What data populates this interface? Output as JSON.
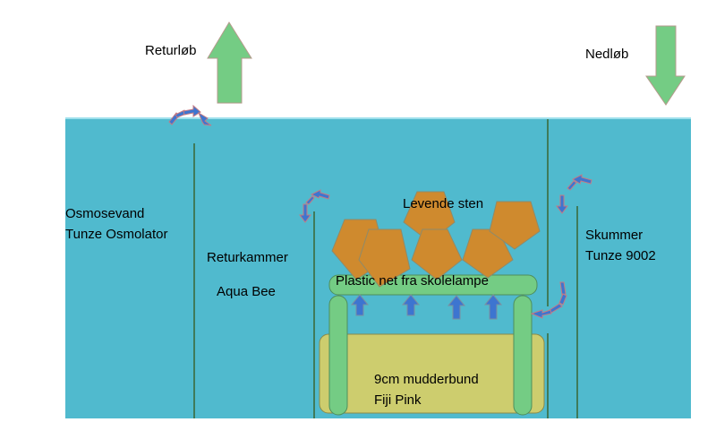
{
  "labels": {
    "return_flow": "Returløb",
    "drain": "Nedløb",
    "ro_water_line1": "Osmosevand",
    "ro_water_line2": "Tunze Osmolator",
    "return_chamber_line1": "Returkammer",
    "return_chamber_line2": "Aqua Bee",
    "live_rock": "Levende sten",
    "plastic_net": "Plastic net fra skolelampe",
    "substrate_line1": "9cm mudderbund",
    "substrate_line2": "Fiji Pink",
    "skimmer_line1": "Skummer",
    "skimmer_line2": "Tunze 9002"
  },
  "colors": {
    "water": "#50BACE",
    "water_surface": "#9EE0EC",
    "divider": "#3F7B5A",
    "big_arrow": "#74CC84",
    "big_arrow_stroke": "#B59A8C",
    "rock": "#CF8A2E",
    "rock_stroke": "#8E8A6A",
    "net": "#74CC84",
    "net_stroke": "#4E8E5C",
    "substrate": "#CDCD6E",
    "flow_arrow": "#3D75D0",
    "flow_arrow_outline": "#C47A84"
  }
}
